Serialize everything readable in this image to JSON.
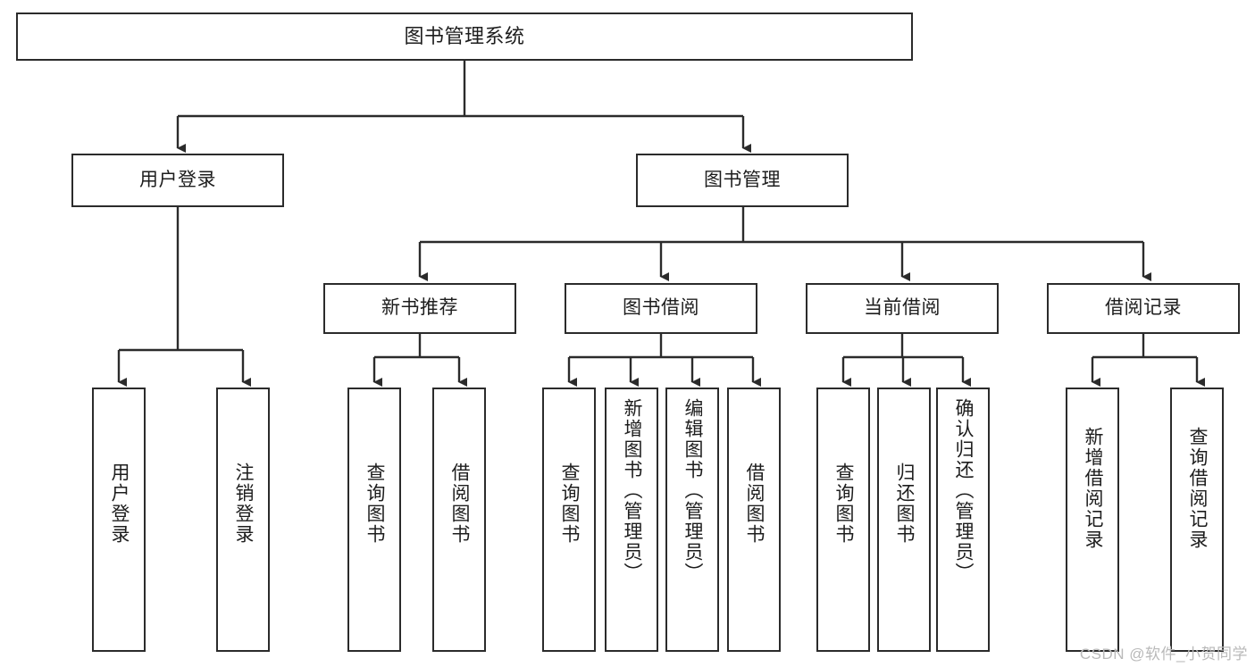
{
  "diagram": {
    "type": "tree-hierarchy",
    "title": "图书管理系统",
    "watermark": "CSDN @软件_小贺同学",
    "colors": {
      "box_border": "#2b2b2b",
      "box_fill": "#ffffff",
      "edge": "#2b2b2b",
      "text": "#1d1d1d",
      "watermark": "#b9b9b9",
      "background": "#ffffff"
    },
    "nodes": {
      "root": {
        "label": "图书管理系统"
      },
      "level2": [
        {
          "id": "user-login",
          "label": "用户登录"
        },
        {
          "id": "book-manage",
          "label": "图书管理"
        }
      ],
      "level3": [
        {
          "id": "new-book-recommend",
          "label": "新书推荐"
        },
        {
          "id": "book-borrow",
          "label": "图书借阅"
        },
        {
          "id": "current-borrow",
          "label": "当前借阅"
        },
        {
          "id": "borrow-record",
          "label": "借阅记录"
        }
      ],
      "leaves": {
        "user_login": [
          {
            "id": "leaf-user-login",
            "label": "用户登录"
          },
          {
            "id": "leaf-logout",
            "label": "注销登录"
          }
        ],
        "new_book_recommend": [
          {
            "id": "leaf-query-book-1",
            "label": "查询图书"
          },
          {
            "id": "leaf-borrow-book-1",
            "label": "借阅图书"
          }
        ],
        "book_borrow": [
          {
            "id": "leaf-query-book-2",
            "label": "查询图书"
          },
          {
            "id": "leaf-add-book",
            "label": "新增图书（管理员）"
          },
          {
            "id": "leaf-edit-book",
            "label": "编辑图书（管理员）"
          },
          {
            "id": "leaf-borrow-book-2",
            "label": "借阅图书"
          }
        ],
        "current_borrow": [
          {
            "id": "leaf-query-book-3",
            "label": "查询图书"
          },
          {
            "id": "leaf-return-book",
            "label": "归还图书"
          },
          {
            "id": "leaf-confirm-return",
            "label": "确认归还（管理员）"
          }
        ],
        "borrow_record": [
          {
            "id": "leaf-add-record",
            "label": "新增借阅记录"
          },
          {
            "id": "leaf-query-record",
            "label": "查询借阅记录"
          }
        ]
      }
    }
  }
}
